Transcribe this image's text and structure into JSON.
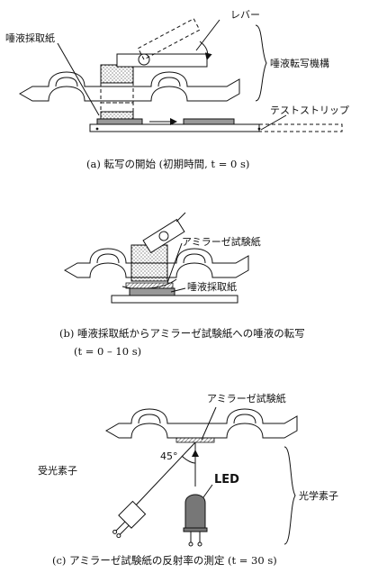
{
  "panel_a": {
    "lever_label": "レバー",
    "saliva_paper_label": "唾液採取紙",
    "mechanism_label": "唾液転写機構",
    "test_strip_label": "テストストリップ",
    "caption": "(a)  転写の開始  (初期時間, t = 0 s)"
  },
  "panel_b": {
    "amylase_paper_label": "アミラーゼ試験紙",
    "saliva_paper_label": "唾液採取紙",
    "caption_line1": "(b)  唾液採取紙からアミラーゼ試験紙への唾液の転写",
    "caption_line2": "(t = 0 – 10 s)"
  },
  "panel_c": {
    "amylase_paper_label": "アミラーゼ試験紙",
    "angle_label": "45°",
    "receiver_label": "受光素子",
    "led_label": "LED",
    "optical_label": "光学素子",
    "caption": "(c)  アミラーゼ試験紙の反射率の測定  (t = 30 s)"
  }
}
